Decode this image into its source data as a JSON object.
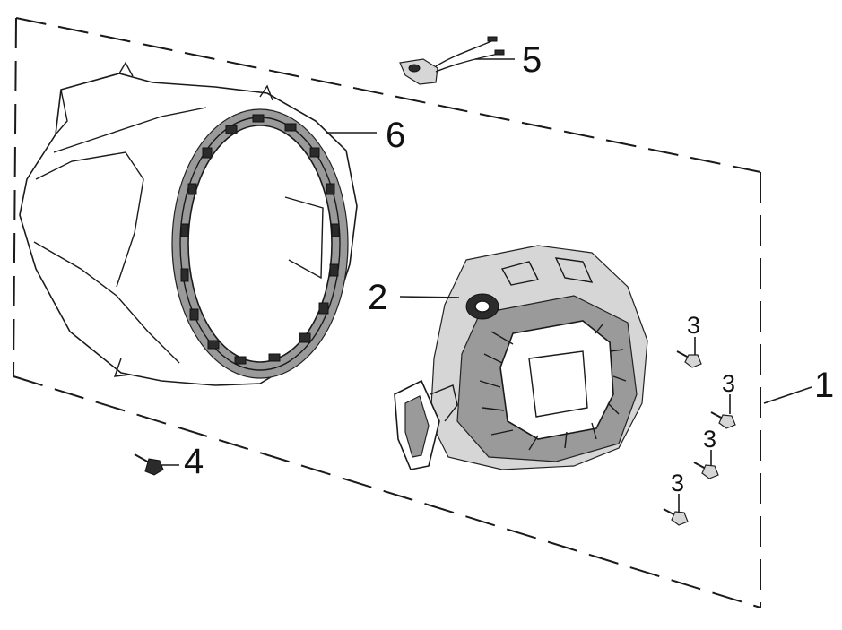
{
  "callouts": {
    "assembly": "1",
    "recoil_starter": "2",
    "bolt_a": "3",
    "bolt_b": "3",
    "bolt_c": "3",
    "bolt_d": "3",
    "bolt_single": "4",
    "harness": "5",
    "fan_cover": "6"
  }
}
